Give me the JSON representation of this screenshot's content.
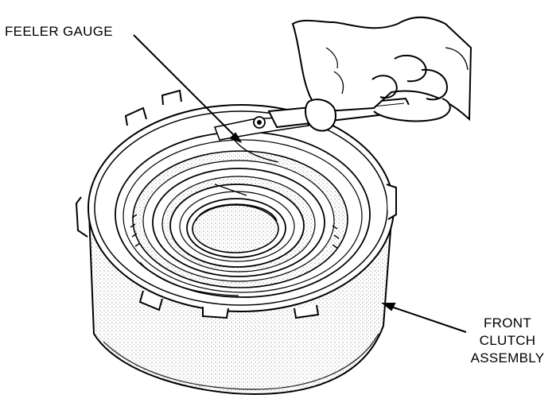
{
  "labels": {
    "feeler_gauge": "FEELER GAUGE",
    "front_clutch_line1": "FRONT",
    "front_clutch_line2": "CLUTCH",
    "front_clutch_line3": "ASSEMBLY"
  },
  "colors": {
    "ink": "#000000",
    "paper": "#ffffff",
    "shade": "#b8b8b8"
  }
}
